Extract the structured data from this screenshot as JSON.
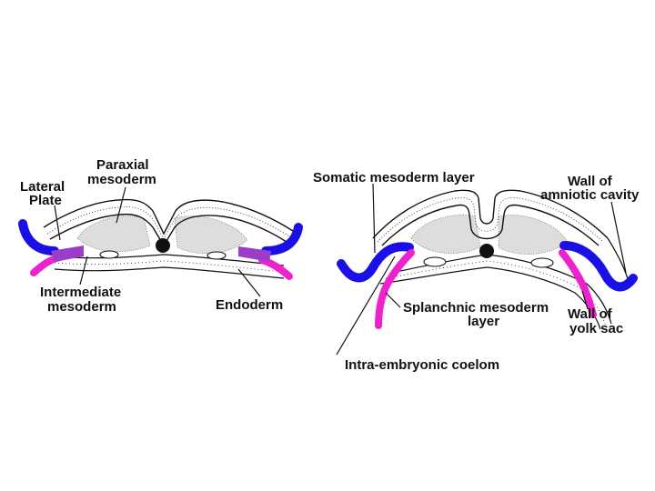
{
  "colors": {
    "somatic": "#1a10e6",
    "splanchnic": "#ee22cc",
    "intermediate": "#9a3ec8",
    "notochord": "#111111"
  },
  "left_panel": {
    "labels": {
      "lateral_line1": "Lateral",
      "lateral_line2": "Plate",
      "paraxial_line1": "Paraxial",
      "paraxial_line2": "mesoderm",
      "intermediate_line1": "Intermediate",
      "intermediate_line2": "mesoderm",
      "endoderm": "Endoderm"
    }
  },
  "right_panel": {
    "labels": {
      "somatic": "Somatic mesoderm layer",
      "amnio_line1": "Wall of",
      "amnio_line2": "amniotic cavity",
      "splanch_line1": "Splanchnic mesoderm",
      "splanch_line2": "layer",
      "yolk_line1": "Wall of",
      "yolk_line2": "yolk sac",
      "coelom": "Intra-embryonic coelom"
    }
  }
}
